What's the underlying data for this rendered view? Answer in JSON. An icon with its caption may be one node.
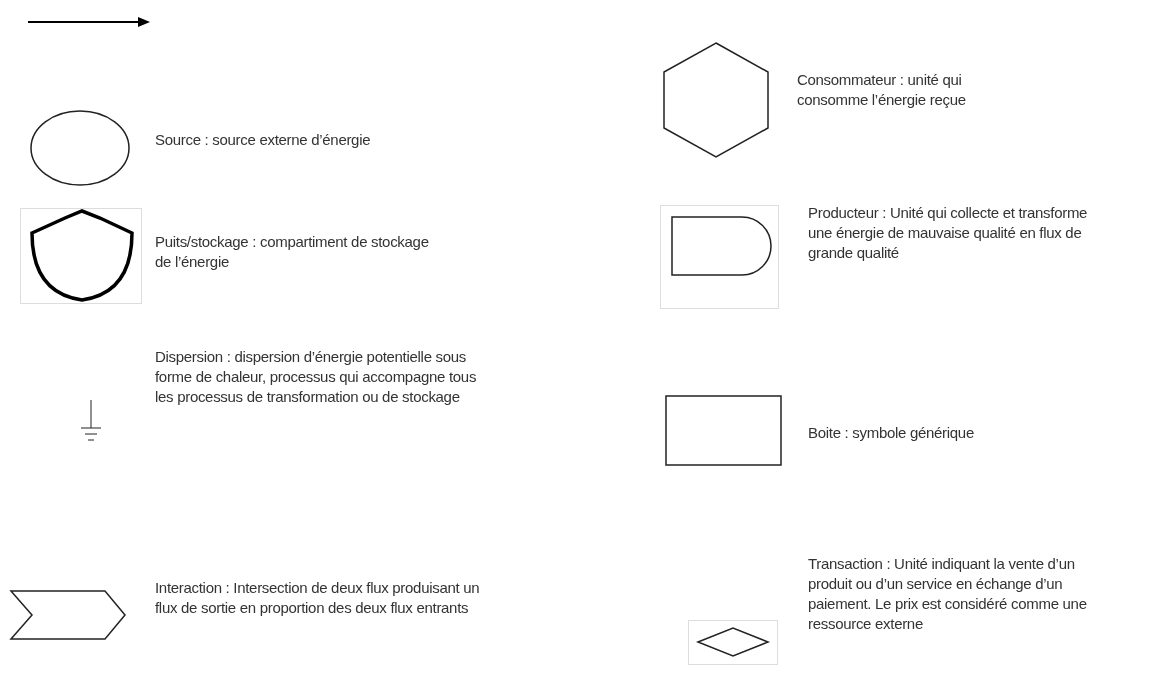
{
  "diagram": {
    "legend": [
      {
        "text": "Consommateur : unité qui consomme l’énergie reçue"
      },
      {
        "text": "Source :  source externe d’énergie"
      },
      {
        "text": "Puits/stockage : compartiment de stockage de l’énergie"
      },
      {
        "text": "Producteur : Unité qui collecte et transforme une énergie de mauvaise qualité en flux de grande qualité"
      },
      {
        "text": "Dispersion : dispersion d’énergie potentielle sous forme de chaleur, processus qui accompagne tous les processus de transformation ou de stockage"
      },
      {
        "text": "Boite : symbole générique"
      },
      {
        "text": "Interaction : Intersection de deux flux produisant un flux de sortie en proportion des deux flux entrants"
      },
      {
        "text": "Transaction : Unité indiquant la vente d’un produit ou d’un service en échange d’un paiement. Le prix est considéré comme une ressource externe"
      }
    ]
  }
}
